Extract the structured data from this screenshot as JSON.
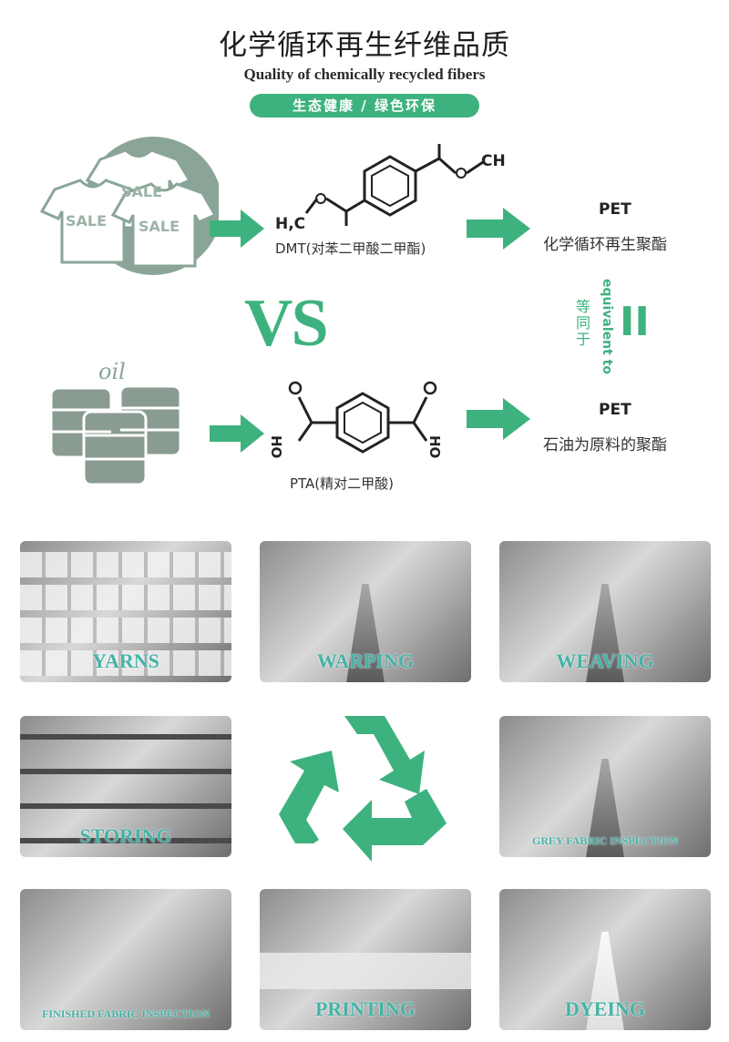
{
  "header": {
    "title_cn": "化学循环再生纤维品质",
    "title_en": "Quality of chemically recycled  fibers",
    "badge": "生态健康 / 绿色环保"
  },
  "top_row": {
    "shirt_labels": [
      "SALE",
      "SALE",
      "SALE"
    ],
    "formula_h3c": "H,C",
    "formula_ch": "CH",
    "formula_label": "DMT(对苯二甲酸二甲酯)",
    "result_title": "PET",
    "result_desc": "化学循环再生聚酯"
  },
  "middle": {
    "vs": "VS",
    "equiv_cn": "等同于",
    "equiv_en": "equivalent to",
    "equiv_sign": "II"
  },
  "bottom_row": {
    "oil_label": "oil",
    "formula_ho": "HO",
    "formula_label": "PTA(精对二甲酸)",
    "result_title": "PET",
    "result_desc": "石油为原料的聚酯"
  },
  "tiles": [
    {
      "caption": "YARNS"
    },
    {
      "caption": "WARPING"
    },
    {
      "caption": "WEAVING"
    },
    {
      "caption": "STORING"
    },
    {
      "caption": "GREY FABRIC  INSPECTION"
    },
    {
      "caption": "FINISHED FABRIC INSPECTION"
    },
    {
      "caption": "PRINTING"
    },
    {
      "caption": "DYEING"
    }
  ],
  "colors": {
    "accent": "#3eb27e",
    "shirt": "#9db3a7",
    "gray": "#8a9b92"
  }
}
